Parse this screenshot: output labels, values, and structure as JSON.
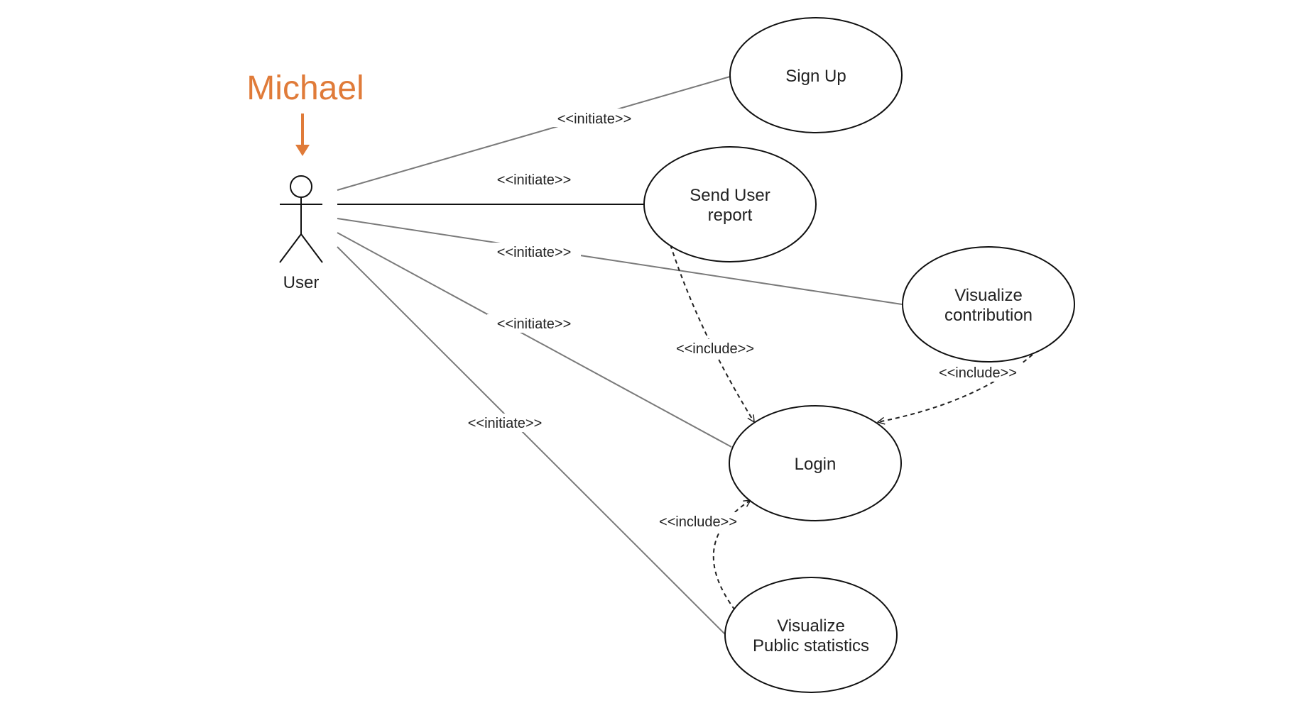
{
  "annotation": {
    "name": "Michael",
    "color": "#e07b39"
  },
  "actor": {
    "label": "User"
  },
  "use_cases": {
    "sign_up": {
      "lines": [
        "Sign Up"
      ]
    },
    "send_user_report": {
      "lines": [
        "Send User",
        "report"
      ]
    },
    "visualize_contribution": {
      "lines": [
        "Visualize",
        "contribution"
      ]
    },
    "login": {
      "lines": [
        "Login"
      ]
    },
    "visualize_public_statistics": {
      "lines": [
        "Visualize",
        "Public statistics"
      ]
    }
  },
  "relationships": {
    "initiate_sign_up": "<<initiate>>",
    "initiate_send_user_report": "<<initiate>>",
    "initiate_visualize_contribution": "<<initiate>>",
    "initiate_login": "<<initiate>>",
    "initiate_visualize_public_statistics": "<<initiate>>",
    "include_send_user_report_login": "<<include>>",
    "include_visualize_contribution_login": "<<include>>",
    "include_visualize_public_statistics_login": "<<include>>"
  }
}
